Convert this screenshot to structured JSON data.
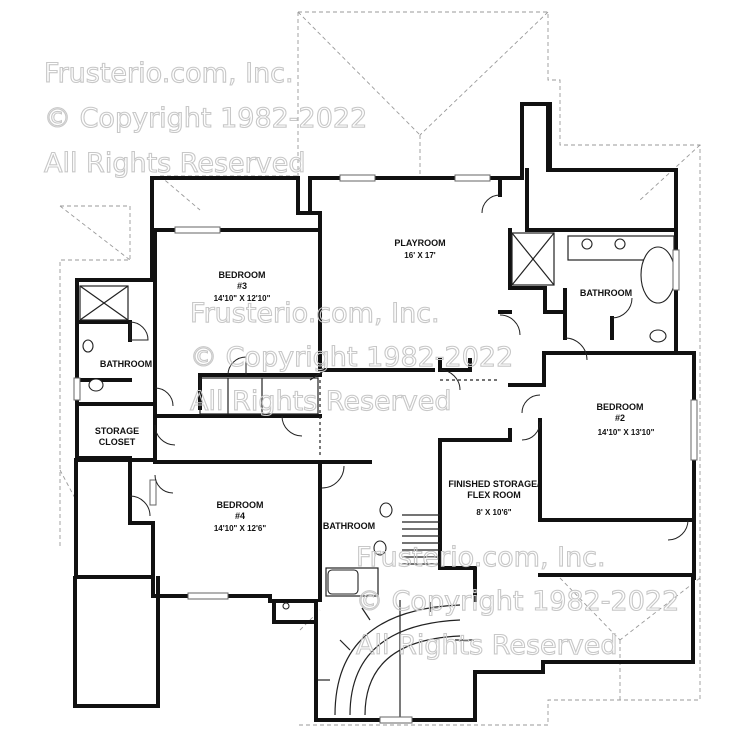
{
  "watermark": {
    "company": "Frusterio.com, Inc.",
    "copyright": "© Copyright 1982-2022",
    "rights": "All Rights Reserved"
  },
  "rooms": {
    "playroom": {
      "name": "PLAYROOM",
      "size": "16' X 17'"
    },
    "bedroom3": {
      "name1": "BEDROOM",
      "name2": "#3",
      "size": "14'10\" X 12'10\""
    },
    "bedroom2": {
      "name1": "BEDROOM",
      "name2": "#2",
      "size": "14'10\" X 13'10\""
    },
    "bedroom4": {
      "name1": "BEDROOM",
      "name2": "#4",
      "size": "14'10\" X 12'6\""
    },
    "bathroom_right": {
      "name": "BATHROOM"
    },
    "bathroom_left": {
      "name": "BATHROOM"
    },
    "bathroom_center": {
      "name": "BATHROOM"
    },
    "storage_closet": {
      "name1": "STORAGE",
      "name2": "CLOSET"
    },
    "flex_room": {
      "name1": "FINISHED STORAGE/",
      "name2": "FLEX ROOM",
      "size": "8' X 10'6\""
    }
  },
  "colors": {
    "wall": "#111111",
    "watermark": "#c8c8c8",
    "roof": "#9a9a9a"
  }
}
